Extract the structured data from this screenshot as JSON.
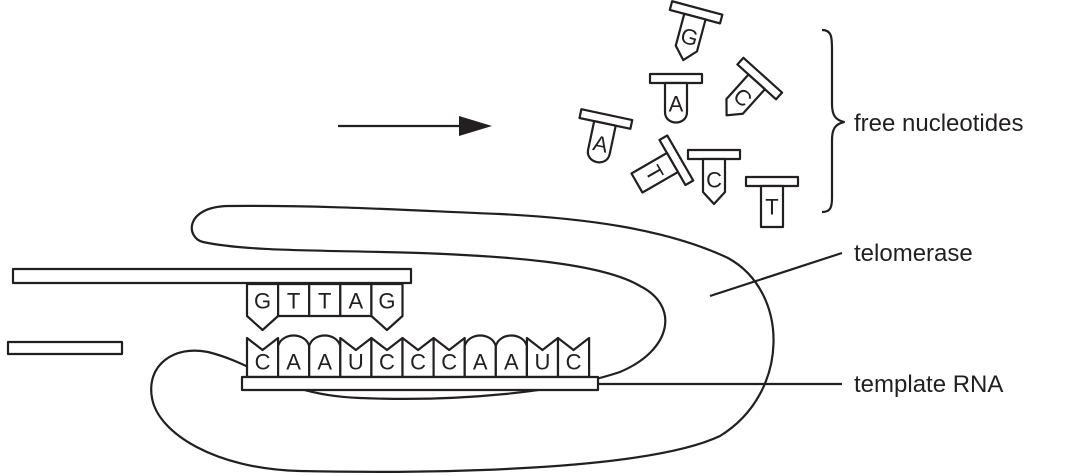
{
  "labels": {
    "free_nucleotides": "free nucleotides",
    "telomerase": "telomerase",
    "template_rna": "template RNA"
  },
  "dna_new_strand": [
    "G",
    "T",
    "T",
    "A",
    "G"
  ],
  "template_bases": [
    "C",
    "A",
    "A",
    "U",
    "C",
    "C",
    "C",
    "A",
    "A",
    "U",
    "C"
  ],
  "free_nucleotides": [
    "G",
    "A",
    "C",
    "A",
    "T",
    "C",
    "T"
  ]
}
